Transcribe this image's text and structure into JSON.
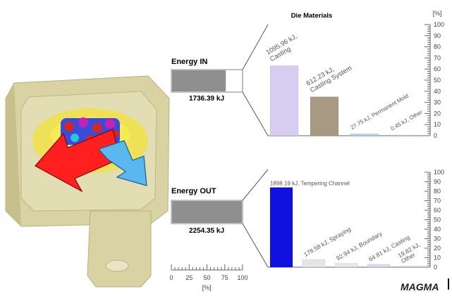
{
  "chart_data": [
    {
      "type": "bar",
      "title": "Die Materials",
      "ylabel": "[%]",
      "ylim": [
        0,
        100
      ],
      "yticks": [
        0,
        10,
        20,
        30,
        40,
        50,
        60,
        70,
        80,
        90,
        100
      ],
      "bars": [
        {
          "label": "1095.96 kJ, Casting",
          "value": 63,
          "color": "#d6cdf0"
        },
        {
          "label": "612.23 kJ, Casting System",
          "value": 35,
          "color": "#a89a82"
        },
        {
          "label": "27.75 kJ, Permanent Mold",
          "value": 1.6,
          "color": "#a8d8ee"
        },
        {
          "label": "0.45 kJ, Other",
          "value": 0.03,
          "color": "#cfcfcf"
        }
      ]
    },
    {
      "type": "bar",
      "ylabel": "[%]",
      "ylim": [
        0,
        100
      ],
      "yticks": [
        0,
        10,
        20,
        30,
        40,
        50,
        60,
        70,
        80,
        90,
        100
      ],
      "bars": [
        {
          "label": "1898.19 kJ, Tempering Channel",
          "value": 84,
          "color": "#1010e0"
        },
        {
          "label": "178.58 kJ, Spraying",
          "value": 8,
          "color": "#e6e6e6"
        },
        {
          "label": "92.94 kJ, Boundary",
          "value": 4,
          "color": "#e6e6e6"
        },
        {
          "label": "64.81 kJ, Casting",
          "value": 3,
          "color": "#ddd8f0"
        },
        {
          "label": "19.82 kJ, Other",
          "value": 1,
          "color": "#cfcfcf"
        }
      ]
    }
  ],
  "energy_in": {
    "label": "Energy IN",
    "value": "1736.39 kJ",
    "percent": 77
  },
  "energy_out": {
    "label": "Energy OUT",
    "value": "2254.35 kJ",
    "percent": 100
  },
  "percent_axis": {
    "ticks": [
      "0",
      "25",
      "50",
      "75",
      "100"
    ],
    "unit": "[%]"
  },
  "logo": "MAGMA"
}
